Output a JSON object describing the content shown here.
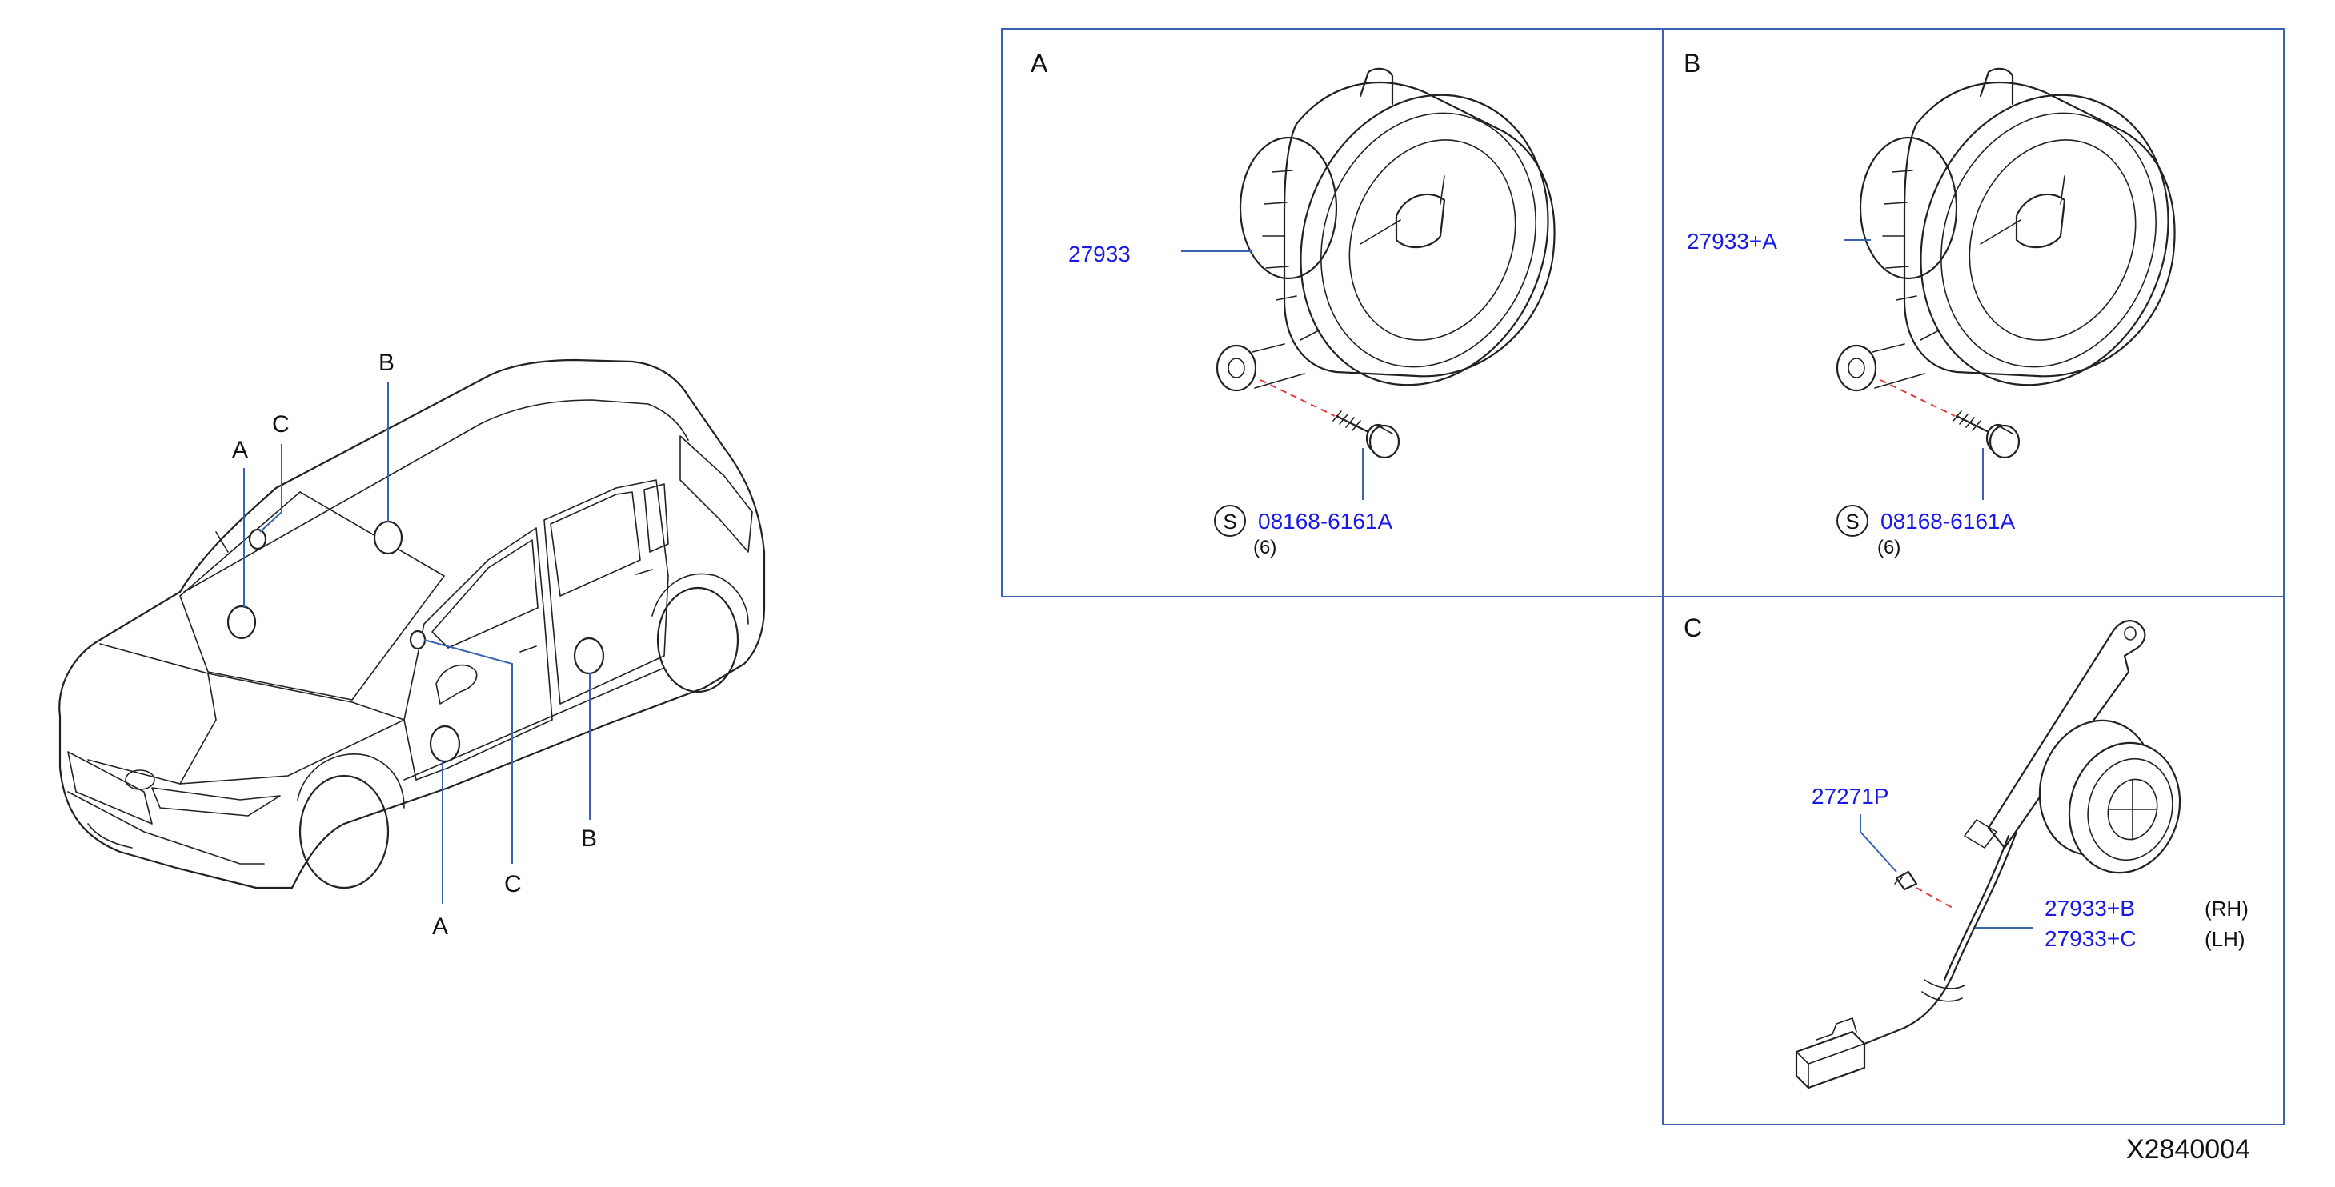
{
  "car_callouts": {
    "top_a": "A",
    "top_c": "C",
    "top_b": "B",
    "bottom_a": "A",
    "bottom_c": "C",
    "bottom_b": "B"
  },
  "panels": {
    "a": {
      "letter": "A",
      "speaker_part": "27933",
      "screw_symbol": "S",
      "screw_part": "08168-6161A",
      "screw_qty": "(6)"
    },
    "b": {
      "letter": "B",
      "speaker_part": "27933+A",
      "screw_symbol": "S",
      "screw_part": "08168-6161A",
      "screw_qty": "(6)"
    },
    "c": {
      "letter": "C",
      "clip_part": "27271P",
      "tweeter_rh_part": "27933+B",
      "tweeter_rh_side": "(RH)",
      "tweeter_lh_part": "27933+C",
      "tweeter_lh_side": "(LH)"
    }
  },
  "diagram_id": "X2840004",
  "colors": {
    "part_number": "#1a1ae6",
    "leader": "#3a63b3",
    "dashed_leader": "#e33a3a",
    "line_art": "#222222"
  }
}
